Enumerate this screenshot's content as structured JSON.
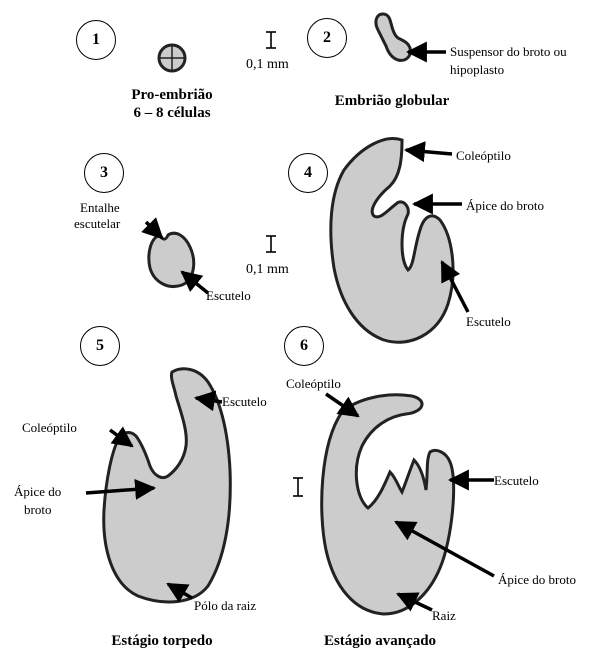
{
  "colors": {
    "fill": "#cccccc",
    "stroke": "#222222"
  },
  "stages": [
    {
      "number": "1",
      "caption_lines": [
        "Pro-embrião",
        "6 – 8 células"
      ]
    },
    {
      "number": "2",
      "caption_lines": [
        "Embrião globular"
      ]
    },
    {
      "number": "3",
      "caption_lines": []
    },
    {
      "number": "4",
      "caption_lines": []
    },
    {
      "number": "5",
      "caption_lines": [
        "Estágio torpedo"
      ]
    },
    {
      "number": "6",
      "caption_lines": [
        "Estágio avançado"
      ]
    }
  ],
  "scale_bars": [
    "0,1 mm",
    "0,1 mm"
  ],
  "labels": {
    "s2_suspensor": [
      "Suspensor do broto ou",
      "hipoplasto"
    ],
    "s3_entalhe": [
      "Entalhe",
      "escutelar"
    ],
    "s3_escutelo": "Escutelo",
    "s4_coleoptilo": "Coleóptilo",
    "s4_apice": "Ápice do broto",
    "s4_escutelo": "Escutelo",
    "s5_coleoptilo": "Coleóptilo",
    "s5_escutelo": "Escutelo",
    "s5_apice": [
      "Ápice do",
      "broto"
    ],
    "s5_polo": "Pólo da raiz",
    "s6_coleoptilo": "Coleóptilo",
    "s6_escutelo": "Escutelo",
    "s6_apice": "Ápice do broto",
    "s6_raiz": "Raiz"
  }
}
